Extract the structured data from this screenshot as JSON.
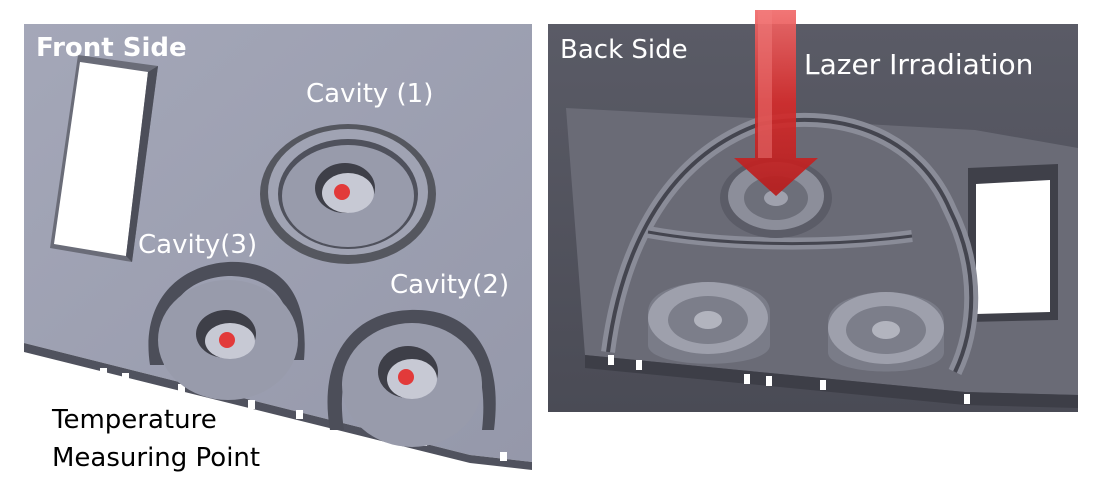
{
  "front_panel": {
    "title": "Front Side",
    "cavity_labels": [
      "Cavity (1)",
      "Cavity(2)",
      "Cavity(3)"
    ],
    "measure_label_lines": [
      "Temperature",
      "Measuring Point"
    ]
  },
  "back_panel": {
    "title": "Back Side",
    "laser_label": "Lazer Irradiation"
  },
  "colors": {
    "front_background": "#9c9fb0",
    "back_background": "#545560",
    "measuring_point": "#e23a3a",
    "laser_arrow": "#d42b2b"
  }
}
